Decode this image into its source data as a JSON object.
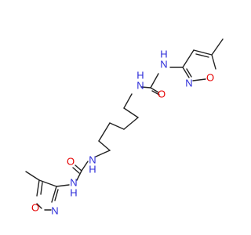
{
  "colors": {
    "bond": "#222222",
    "nitrogen": "#2b2bd9",
    "oxygen": "#e60000"
  },
  "labels": {
    "nh_upper_amine": "N",
    "h_upper_amine": "H",
    "nh_upper_hexyl": "N",
    "h_upper_hexyl": "H",
    "o_upper_carbonyl": "O",
    "n_upper_ring": "N",
    "o_upper_ring": "O",
    "nh_lower_hexyl": "N",
    "h_lower_hexyl": "H",
    "o_lower_carbonyl": "O",
    "nh_lower_amine": "N",
    "h_lower_amine": "H",
    "n_lower_ring": "N",
    "o_lower_ring": "O"
  }
}
